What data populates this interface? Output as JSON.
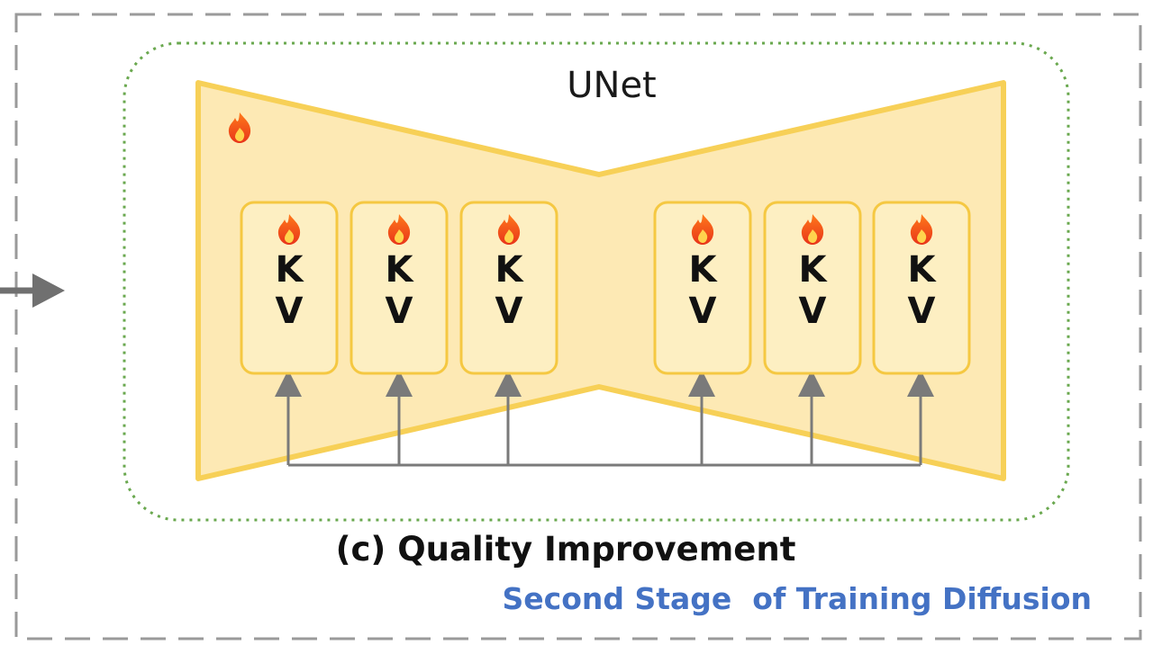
{
  "diagram": {
    "unet_label": "UNet",
    "caption": "(c) Quality Improvement",
    "subcaption": "Second Stage  of Training Diffusion",
    "blocks": [
      {
        "k": "K",
        "v": "V"
      },
      {
        "k": "K",
        "v": "V"
      },
      {
        "k": "K",
        "v": "V"
      },
      {
        "k": "K",
        "v": "V"
      },
      {
        "k": "K",
        "v": "V"
      },
      {
        "k": "K",
        "v": "V"
      }
    ],
    "icons": {
      "trainable": "flame-icon",
      "input": "arrow-right-icon"
    },
    "colors": {
      "unet_fill": "#fde9b4",
      "unet_stroke": "#f7d057",
      "block_fill": "#fdefc2",
      "block_stroke": "#f5c842",
      "connector": "#7a7a7a",
      "outer_border": "#9a9a9a",
      "inner_border": "#6aa84f",
      "subcaption": "#4472c4"
    }
  }
}
